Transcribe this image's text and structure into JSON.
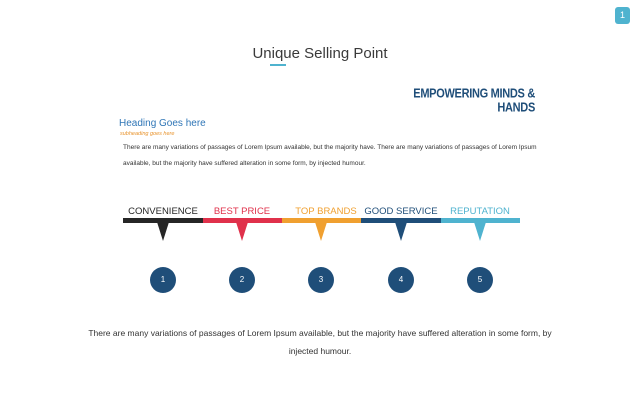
{
  "page_number": "1",
  "title": "Unique Selling Point",
  "tagline": "EMPOWERING MINDS & HANDS",
  "heading": "Heading Goes here",
  "subheading": "subheading goes here",
  "body_text": "There are many variations of passages of Lorem Ipsum available, but the majority have. There are many variations of passages of Lorem Ipsum available, but the majority have suffered alteration in some form, by injected humour.",
  "steps": [
    {
      "label": "CONVENIENCE",
      "number": "1",
      "color": "#262626"
    },
    {
      "label": "BEST PRICE",
      "number": "2",
      "color": "#e0314b"
    },
    {
      "label": "TOP BRANDS",
      "number": "3",
      "color": "#f0a030"
    },
    {
      "label": "GOOD SERVICE",
      "number": "4",
      "color": "#1f4e79"
    },
    {
      "label": "REPUTATION",
      "number": "5",
      "color": "#4fb3cf"
    }
  ],
  "footer_text": "There are many variations of passages of Lorem Ipsum available, but the majority have suffered alteration in some form, by injected humour."
}
